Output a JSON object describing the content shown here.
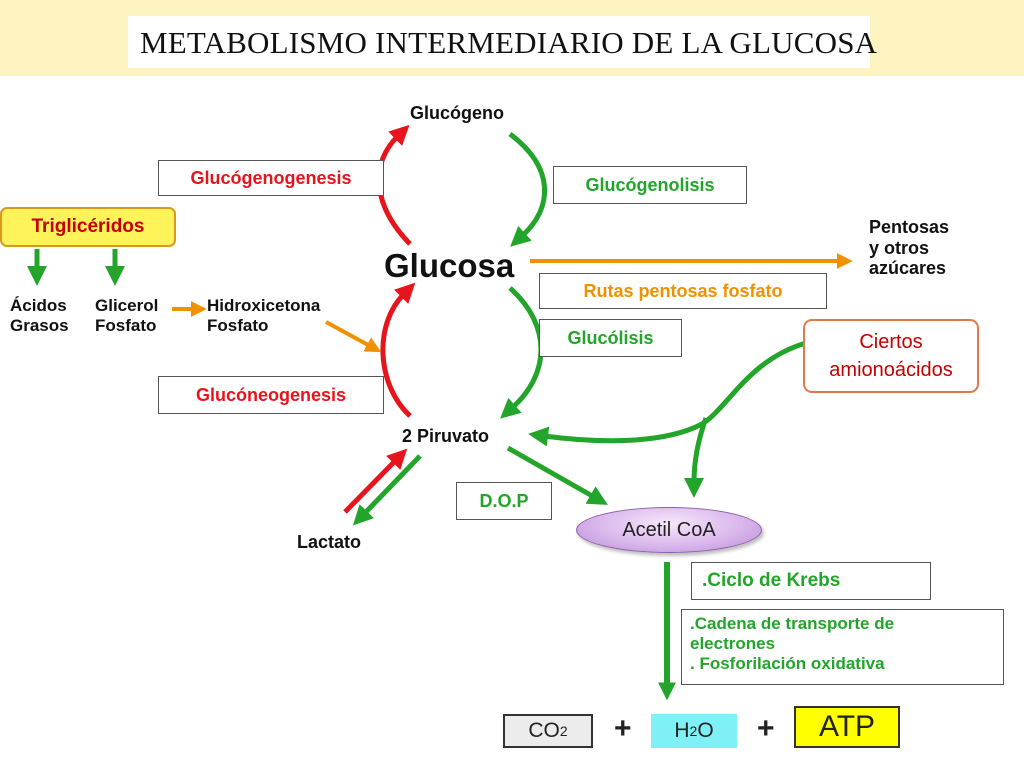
{
  "title": "METABOLISMO INTERMEDIARIO DE LA GLUCOSA",
  "nodes": {
    "glucogeno": "Glucógeno",
    "glucosa": "Glucosa",
    "piruvato": "2 Piruvato",
    "lactato": "Lactato",
    "pentosas": [
      "Pentosas",
      "y otros",
      "azúcares"
    ],
    "acidos_grasos": [
      "Ácidos",
      "Grasos"
    ],
    "glicerol_fosfato": [
      "Glicerol",
      "Fosfato"
    ],
    "hidroxicetona_fosfato": [
      "Hidroxicetona",
      "Fosfato"
    ],
    "trigliceridos": "Triglicéridos",
    "aminoacidos": [
      "Ciertos",
      "amionoácidos"
    ],
    "acetil_coa": "Acetil CoA"
  },
  "processes": {
    "glucogenogenesis": "Glucógenogenesis",
    "glucogenolisis": "Glucógenolisis",
    "rutas_pentosas": "Rutas pentosas fosfato",
    "glucolisis": "Glucólisis",
    "gluconeogenesis": "Glucóneogenesis",
    "dop": "D.O.P",
    "ciclo_krebs": ".Ciclo de Krebs",
    "cadena": [
      ".Cadena de transporte de",
      "electrones",
      ". Fosforilación oxidativa"
    ]
  },
  "products": {
    "co2": "CO",
    "co2_sub": "2",
    "h2o_a": "H",
    "h2o_sub": "2",
    "h2o_b": "O",
    "atp": "ATP",
    "plus1": "+",
    "plus2": "+"
  },
  "colors": {
    "red": "#e8141c",
    "green": "#22a52a",
    "orange": "#f29100",
    "band": "#fcf3c1",
    "triglyceride_fill": "#fff35a",
    "acetyl_fill": "#dab7ec",
    "h2o_fill": "#7ff0f5",
    "atp_fill": "#ffff00"
  }
}
